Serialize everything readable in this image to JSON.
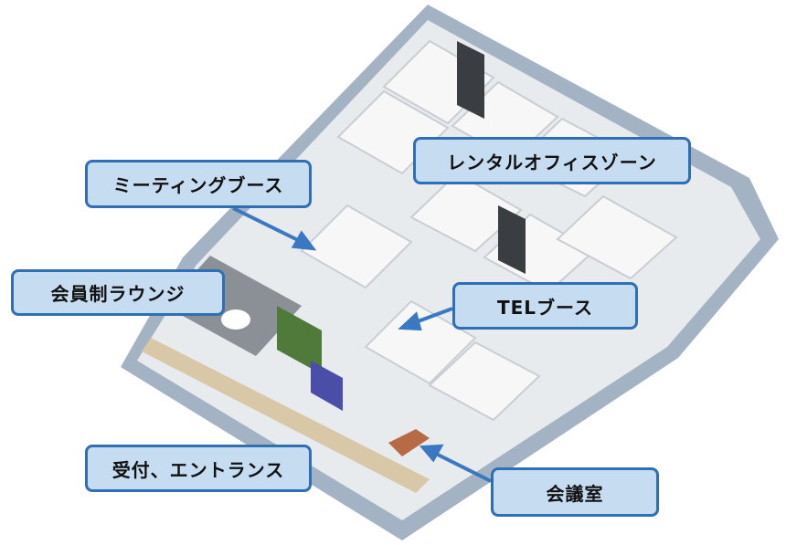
{
  "labels": {
    "meeting_booth": "ミーティングブース",
    "rental_office_zone": "レンタルオフィスゾーン",
    "members_lounge": "会員制ラウンジ",
    "tel_booth": "TELブース",
    "reception_entrance": "受付、エントランス",
    "conference_room": "会議室"
  },
  "colors": {
    "label_fill": "#c6dcf1",
    "label_border": "#2f6fb5",
    "arrow": "#3a78c2",
    "wall": "#9fb0c2",
    "floor": "#e9ecef"
  }
}
